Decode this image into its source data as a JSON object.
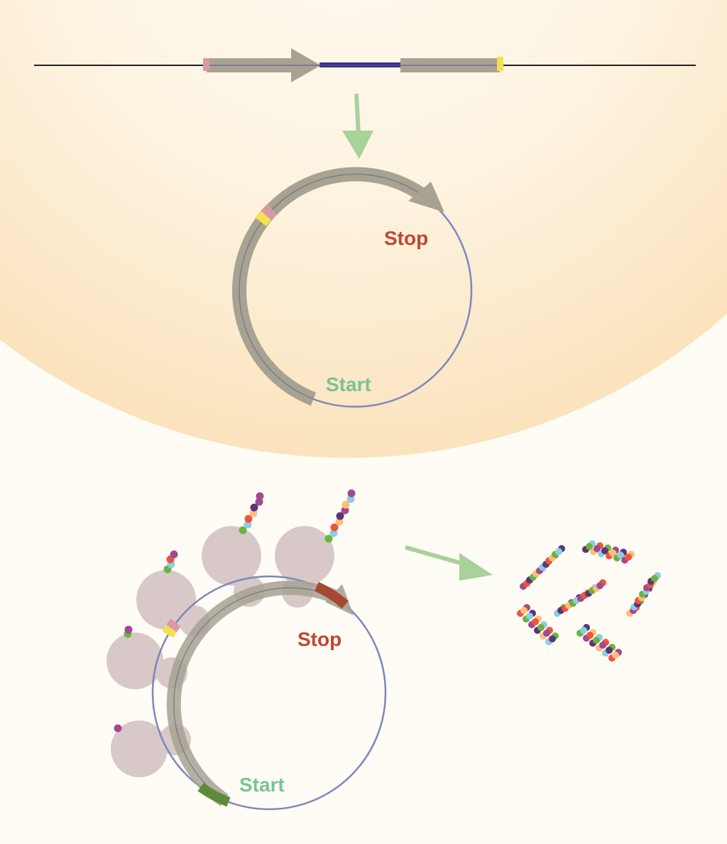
{
  "labels": {
    "top_stop": "Stop",
    "top_start": "Start",
    "bottom_stop": "Stop",
    "bottom_start": "Start"
  },
  "colors": {
    "background": "#fefcf5",
    "nucleus": "#fbe3bd",
    "stop": "#c2462f",
    "start": "#78c395",
    "arrow": "#a9d19a",
    "rna_band": "#a7a292",
    "strand": "#7f86bf",
    "ribosome": "#d8c8c7",
    "pink_marker": "#d89aab",
    "yellow_marker": "#f1e251",
    "green_marker": "#5e8a3b",
    "red_marker": "#a44a33",
    "bead_palette": [
      "#a04a91",
      "#57367a",
      "#ffbf76",
      "#8bcfe0",
      "#f0543e",
      "#6cb33f"
    ]
  }
}
